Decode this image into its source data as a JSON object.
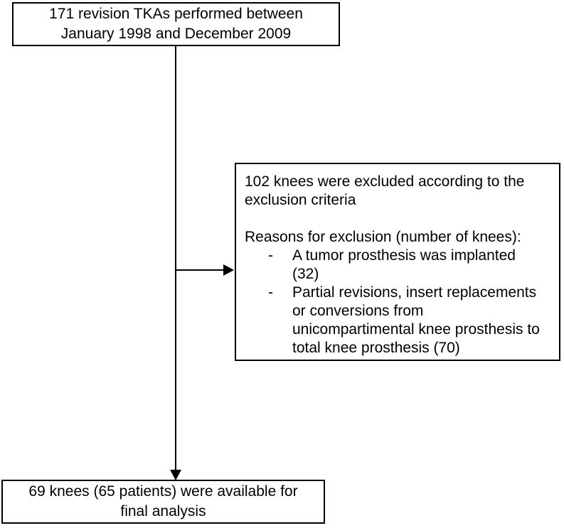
{
  "diagram": {
    "type": "study-flowchart",
    "colors": {
      "background": "#ffffff",
      "line": "#000000",
      "text": "#000000",
      "box_fill": "#ffffff"
    },
    "top_box": {
      "lines": [
        "171 revision TKAs performed between",
        "January 1998 and December 2009"
      ]
    },
    "exclusion_box": {
      "summary_lines": [
        "102 knees were excluded according to the",
        "exclusion criteria"
      ],
      "reasons_header": "Reasons for exclusion (number of knees):",
      "bullet": "-",
      "reasons": [
        {
          "lines": [
            "A tumor prosthesis was implanted",
            "(32)"
          ]
        },
        {
          "lines": [
            "Partial revisions, insert replacements",
            "or conversions from",
            "unicompartimental knee prosthesis to",
            "total knee prosthesis (70)"
          ]
        }
      ]
    },
    "bottom_box": {
      "lines": [
        "69 knees (65 patients) were available for",
        "final analysis"
      ]
    }
  }
}
